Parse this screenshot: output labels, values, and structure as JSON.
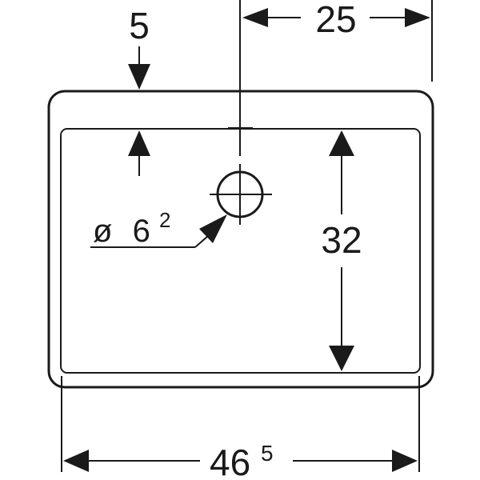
{
  "diagram": {
    "colors": {
      "line": "#1a1a1a",
      "background": "#ffffff"
    },
    "dimensions": {
      "top_offset": "5",
      "right_offset": "25",
      "inner_depth": "32",
      "overall_width_main": "46",
      "overall_width_sup": "5",
      "drain_symbol": "ø",
      "drain_main": "6",
      "drain_sup": "2"
    }
  }
}
